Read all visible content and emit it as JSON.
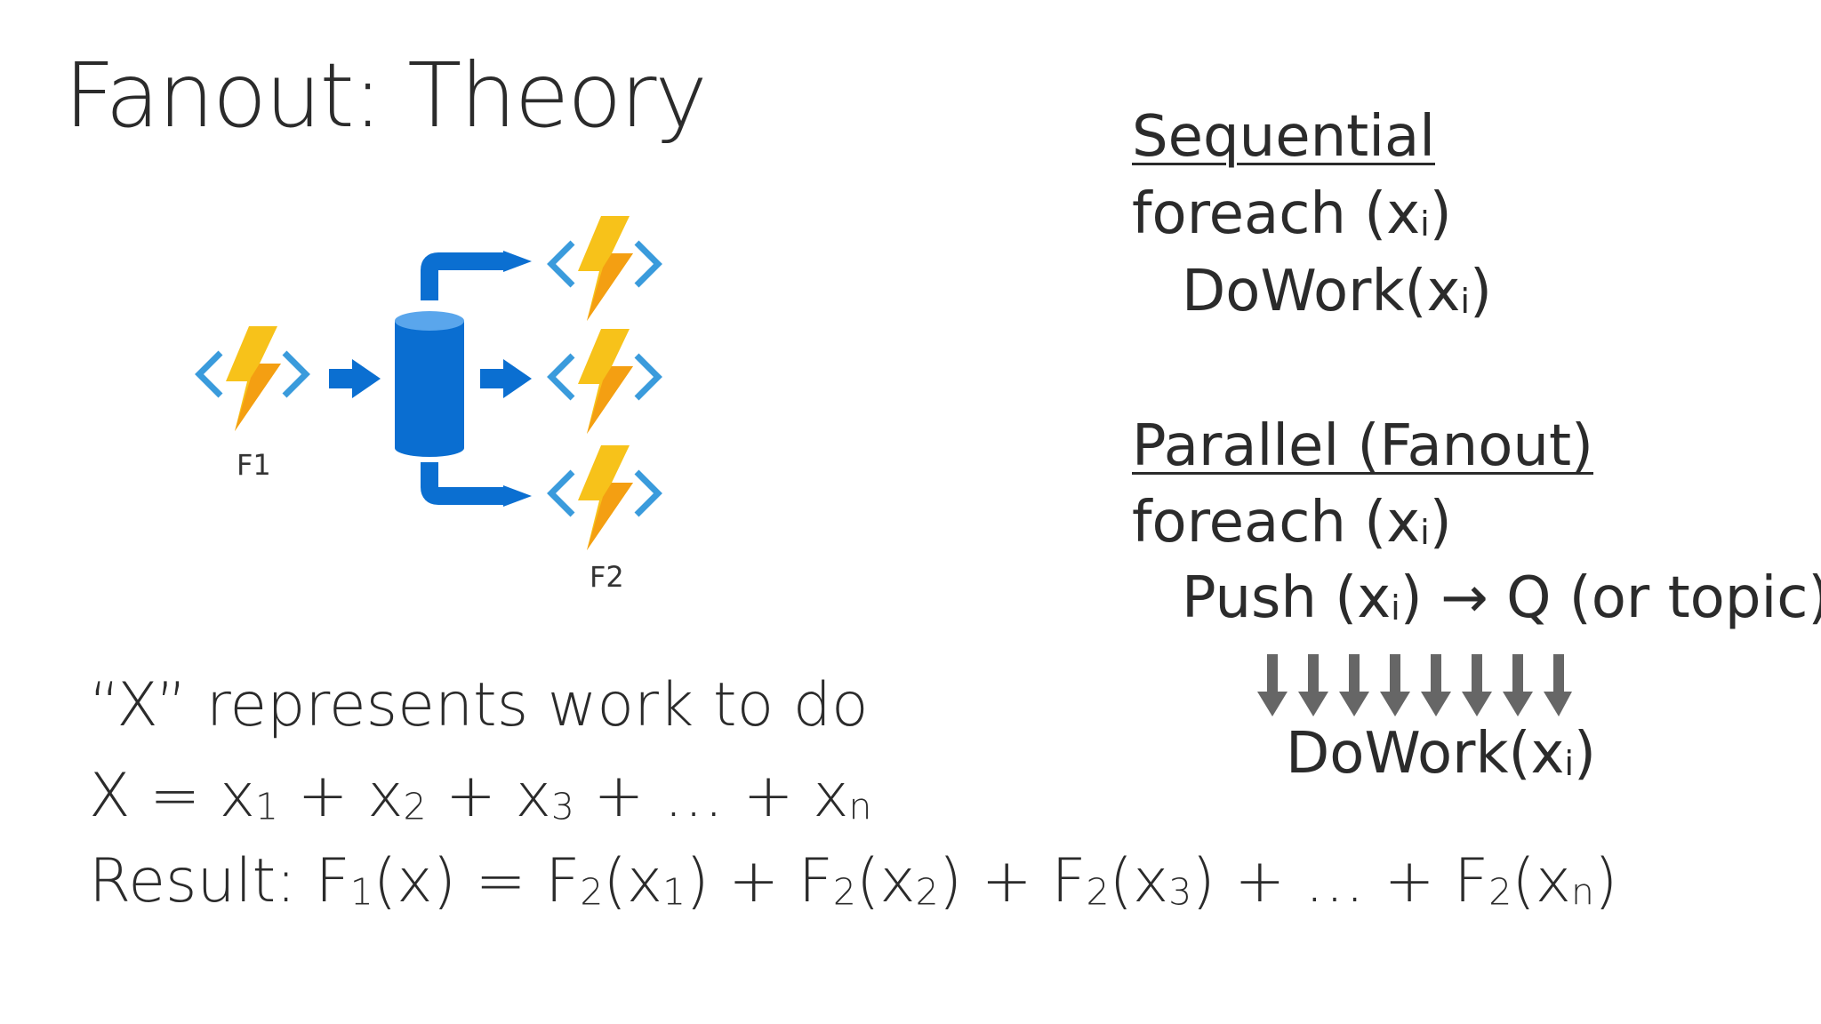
{
  "title": "Fanout: Theory",
  "diagram": {
    "f1_label": "F1",
    "f2_label": "F2",
    "colors": {
      "arrow": "#0b6fd1",
      "cylinder_body": "#0a6ed1",
      "cylinder_top": "#5aa6ec",
      "bolt": "#f7c21a",
      "bolt_shadow": "#f39b12",
      "bracket": "#3a9bdc"
    }
  },
  "sequential": {
    "heading": "Sequential",
    "line1_prefix": "foreach (x",
    "line1_sub": "i",
    "line1_suffix": ")",
    "line2_prefix": "DoWork(x",
    "line2_sub": "i",
    "line2_suffix": ")"
  },
  "parallel": {
    "heading": "Parallel (Fanout)",
    "line1_prefix": "foreach (x",
    "line1_sub": "i",
    "line1_suffix": ")",
    "line2_prefix": "Push (x",
    "line2_sub": "i",
    "line2_suffix": ") → Q (or topic)",
    "line3_prefix": "DoWork(x",
    "line3_sub": "i",
    "line3_suffix": ")"
  },
  "bottom": {
    "line1": "“X” represents work to do",
    "line2": {
      "p1": "X = x",
      "s1": "1",
      "p2": " + x",
      "s2": "2",
      "p3": " + x",
      "s3": "3",
      "p4": " + … + x",
      "s4": "n"
    },
    "line3": {
      "p1": "Result: F",
      "s1": "1",
      "p2": "(x) = F",
      "s2": "2",
      "p3": "(x",
      "s3": "1",
      "p4": ") + F",
      "s4": "2",
      "p5": "(x",
      "s5": "2",
      "p6": ") + F",
      "s6": "2",
      "p7": "(x",
      "s7": "3",
      "p8": ") + … + F",
      "s8": "2",
      "p9": "(x",
      "s9": "n",
      "p10": ")"
    }
  }
}
